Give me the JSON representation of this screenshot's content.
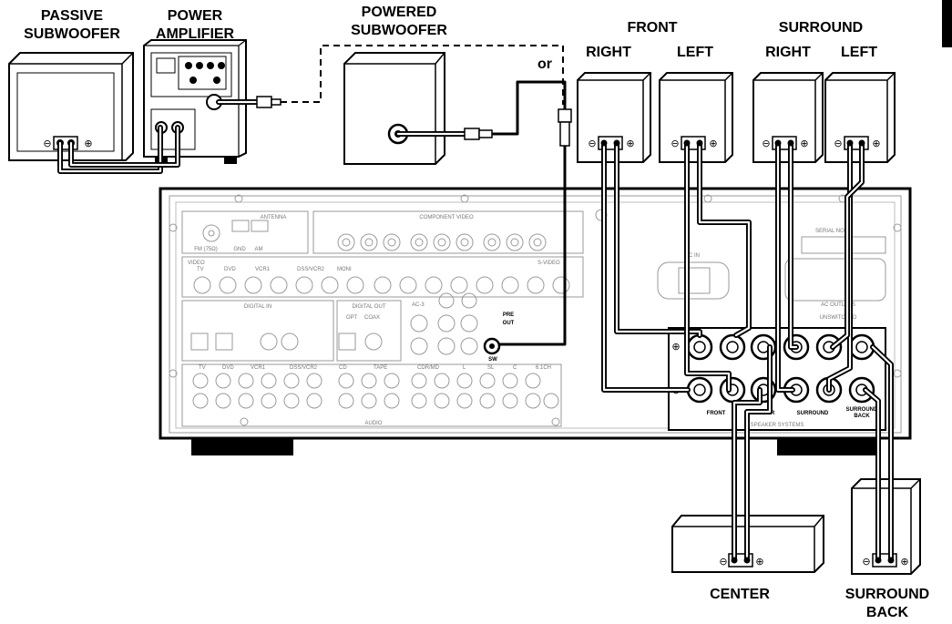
{
  "labels": {
    "passive_sub_1": "PASSIVE",
    "passive_sub_2": "SUBWOOFER",
    "power_amp_1": "POWER",
    "power_amp_2": "AMPLIFIER",
    "powered_sub_1": "POWERED",
    "powered_sub_2": "SUBWOOFER",
    "or": "or",
    "front": "FRONT",
    "front_right": "RIGHT",
    "front_left": "LEFT",
    "surround": "SURROUND",
    "surround_right": "RIGHT",
    "surround_left": "LEFT",
    "center": "CENTER",
    "surround_back_1": "SURROUND",
    "surround_back_2": "BACK"
  },
  "receiver_panel": {
    "antenna": "ANTENNA",
    "fm": "FM (75Ω)",
    "gnd": "GND",
    "am": "AM",
    "component_video": "COMPONENT VIDEO",
    "video": "VIDEO",
    "s_video": "S-VIDEO",
    "digital_in": "DIGITAL IN",
    "digital_out": "DIGITAL OUT",
    "opt": "OPT",
    "coax": "COAX",
    "ac3": "AC-3",
    "pre_out": "PRE",
    "pre_out_2": "OUT",
    "sw": "SW",
    "audio": "AUDIO",
    "ac_in": "AC IN",
    "serial": "SERIAL NO.",
    "ac_outlets": "AC OUTLETS",
    "unswitched": "UNSWITCHED",
    "speaker_systems": "SPEAKER SYSTEMS",
    "front_term": "FRONT",
    "center_term": "CENTER",
    "surround_term": "SURROUND",
    "surround_back_term_1": "SURROUND",
    "surround_back_term_2": "BACK",
    "video_inputs": [
      "TV",
      "DVD",
      "VCR1",
      "DSS/VCR2",
      "MONI"
    ],
    "audio_inputs": [
      "TV",
      "DVD",
      "VCR1",
      "DSS/VCR2",
      "CD",
      "TAPE",
      "CDR/MD",
      "L",
      "SL",
      "C",
      "6.1CH"
    ]
  },
  "terminal_marks": {
    "minus": "⊖",
    "plus": "⊕"
  },
  "page_marker": ""
}
